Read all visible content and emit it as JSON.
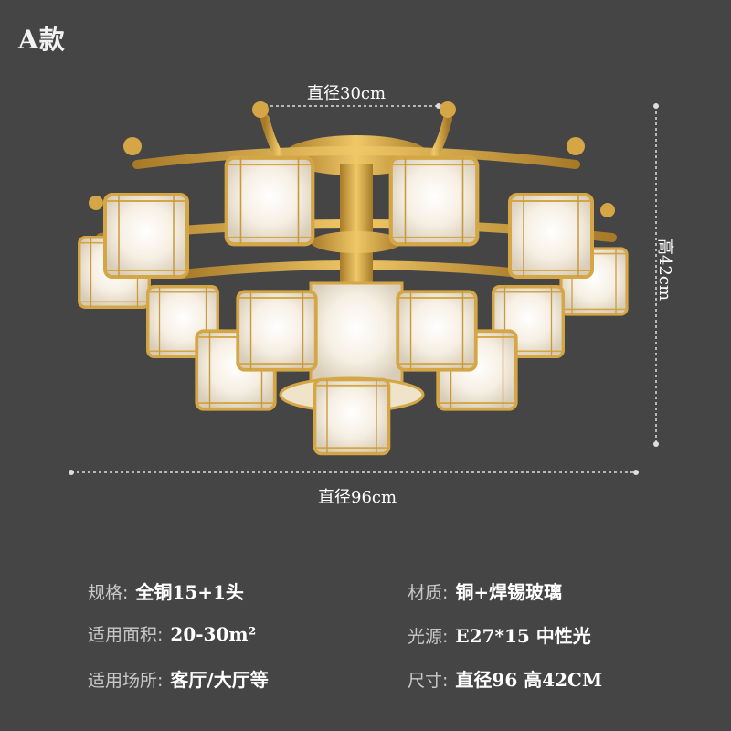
{
  "variant_title": "A款",
  "dimensions": {
    "top_diameter": "直径30cm",
    "overall_diameter": "直径96cm",
    "height": "高42cm"
  },
  "specs": [
    {
      "key": "规格:",
      "value": "全铜15+1头"
    },
    {
      "key": "材质:",
      "value": "铜+焊锡玻璃"
    },
    {
      "key": "适用面积:",
      "value": "20-30m²"
    },
    {
      "key": "光源:",
      "value": "E27*15  中性光"
    },
    {
      "key": "适用场所:",
      "value": "客厅/大厅等"
    },
    {
      "key": "尺寸:",
      "value": "直径96 高42CM"
    }
  ],
  "colors": {
    "background": "#454545",
    "brass": "#d4a645",
    "glass": "#f3ece0"
  }
}
